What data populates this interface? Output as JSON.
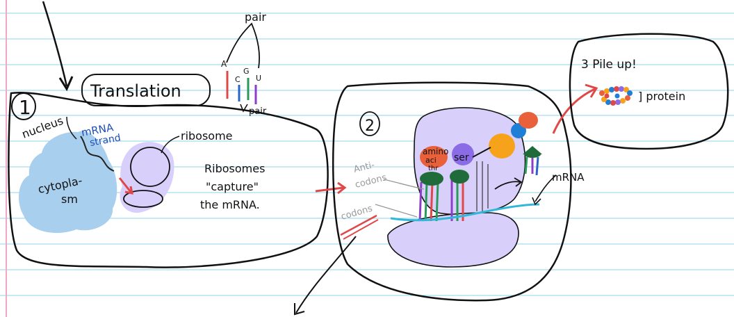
{
  "colors": {
    "paper": "#ffffff",
    "rule_line": "#8fd3e8",
    "margin_line": "#f2a6c8",
    "ink": "#111111",
    "cytoplasm": "#a9cfee",
    "ribosome": "#d8d0fb",
    "mrna": "#33b7d8",
    "red_arrow": "#e04848",
    "blue_label": "#1f4fb5",
    "gray_label": "#9a9a9a",
    "trna_cap": "#1f6b3a",
    "amino_orange": "#f7a21b",
    "amino_blue": "#1f7fd6",
    "amino_red": "#e9613a",
    "amino_purple": "#8b6be6"
  },
  "step1": {
    "number": "1",
    "title": "Translation",
    "nucleus_label": "nucleus",
    "mrna_label_line1": "mRNA",
    "mrna_label_line2": "strand",
    "cytoplasm_line1": "cytopla-",
    "cytoplasm_line2": "sm",
    "ribosome_label": "ribosome",
    "caption_line1": "Ribosomes",
    "caption_line2": "\"capture\"",
    "caption_line3": "the mRNA."
  },
  "pairing": {
    "top_label": "pair",
    "bottom_label": "pair",
    "bases": [
      {
        "letter": "A",
        "color": "#e04848"
      },
      {
        "letter": "C",
        "color": "#2a64c8"
      },
      {
        "letter": "G",
        "color": "#2a9a5a"
      },
      {
        "letter": "U",
        "color": "#8b3fc8"
      }
    ]
  },
  "step2": {
    "number": "2",
    "anticodons_line1": "Anti-",
    "anticodons_line2": "codons",
    "codons_label": "codons",
    "amino_line1": "amino",
    "amino_line2": "aci",
    "amino_line3": "thr",
    "ser_label": "ser",
    "mrna_label": "mRNA"
  },
  "step3": {
    "title": "3 Pile up!",
    "protein_label": "] protein"
  }
}
